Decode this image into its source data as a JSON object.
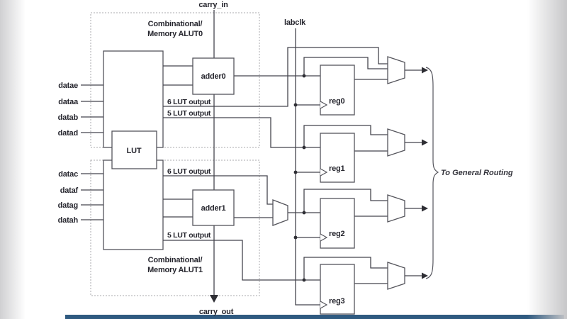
{
  "page": {
    "bottom_bar_color": "#2f5a80"
  },
  "diagram": {
    "signals": {
      "carry_in": "carry_in",
      "carry_out": "carry_out",
      "labclk": "labclk"
    },
    "alut0_label": {
      "line1": "Combinational/",
      "line2": "Memory ALUT0"
    },
    "alut1_label": {
      "line1": "Combinational/",
      "line2": "Memory ALUT1"
    },
    "inputs": [
      "datae",
      "dataa",
      "datab",
      "datad",
      "datac",
      "dataf",
      "datag",
      "datah"
    ],
    "blocks": {
      "lut": "LUT",
      "adder0": "adder0",
      "adder1": "adder1",
      "reg0": "reg0",
      "reg1": "reg1",
      "reg2": "reg2",
      "reg3": "reg3"
    },
    "wire_labels": {
      "alut0_6lut": "6 LUT output",
      "alut0_5lut": "5 LUT output",
      "alut1_6lut": "6 LUT output",
      "alut1_5lut": "5 LUT output"
    },
    "output_label": "To General Routing",
    "colors": {
      "adder_fill": "#d9e9f1",
      "lut_fill": "#c9c9c9",
      "wire": "#45454d",
      "dashed": "#a8a8ac"
    }
  }
}
